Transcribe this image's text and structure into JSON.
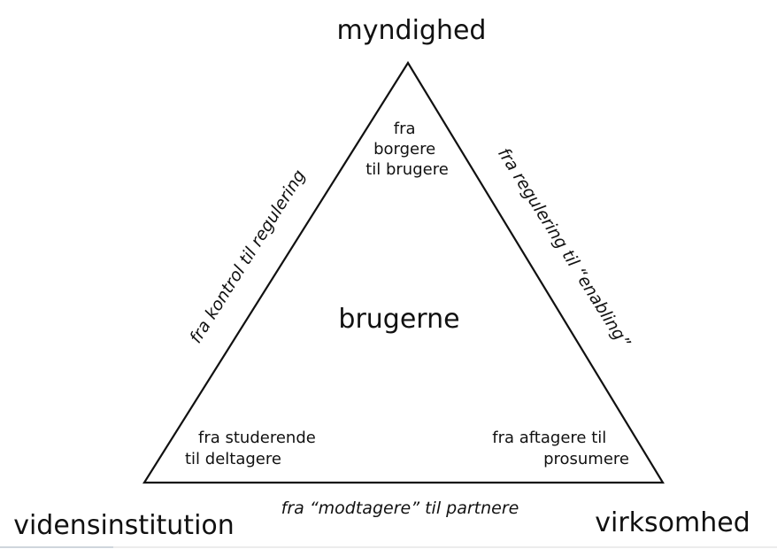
{
  "diagram": {
    "type": "triangle",
    "colors": {
      "stroke": "#111111",
      "text": "#111111",
      "background": "#ffffff"
    },
    "vertices": {
      "top": "myndighed",
      "bottom_left": "vidensinstitution",
      "bottom_right": "virksomhed"
    },
    "center": "brugerne",
    "corner_notes": {
      "top": [
        "fra",
        "borgere",
        "til brugere"
      ],
      "bottom_left": [
        "fra studerende",
        "til deltagere"
      ],
      "bottom_right": [
        "fra aftagere til",
        "prosumere"
      ]
    },
    "edges": {
      "left": "fra kontrol til regulering",
      "right": "fra regulering til “enabling”",
      "bottom": "fra “modtagere” til partnere"
    }
  }
}
